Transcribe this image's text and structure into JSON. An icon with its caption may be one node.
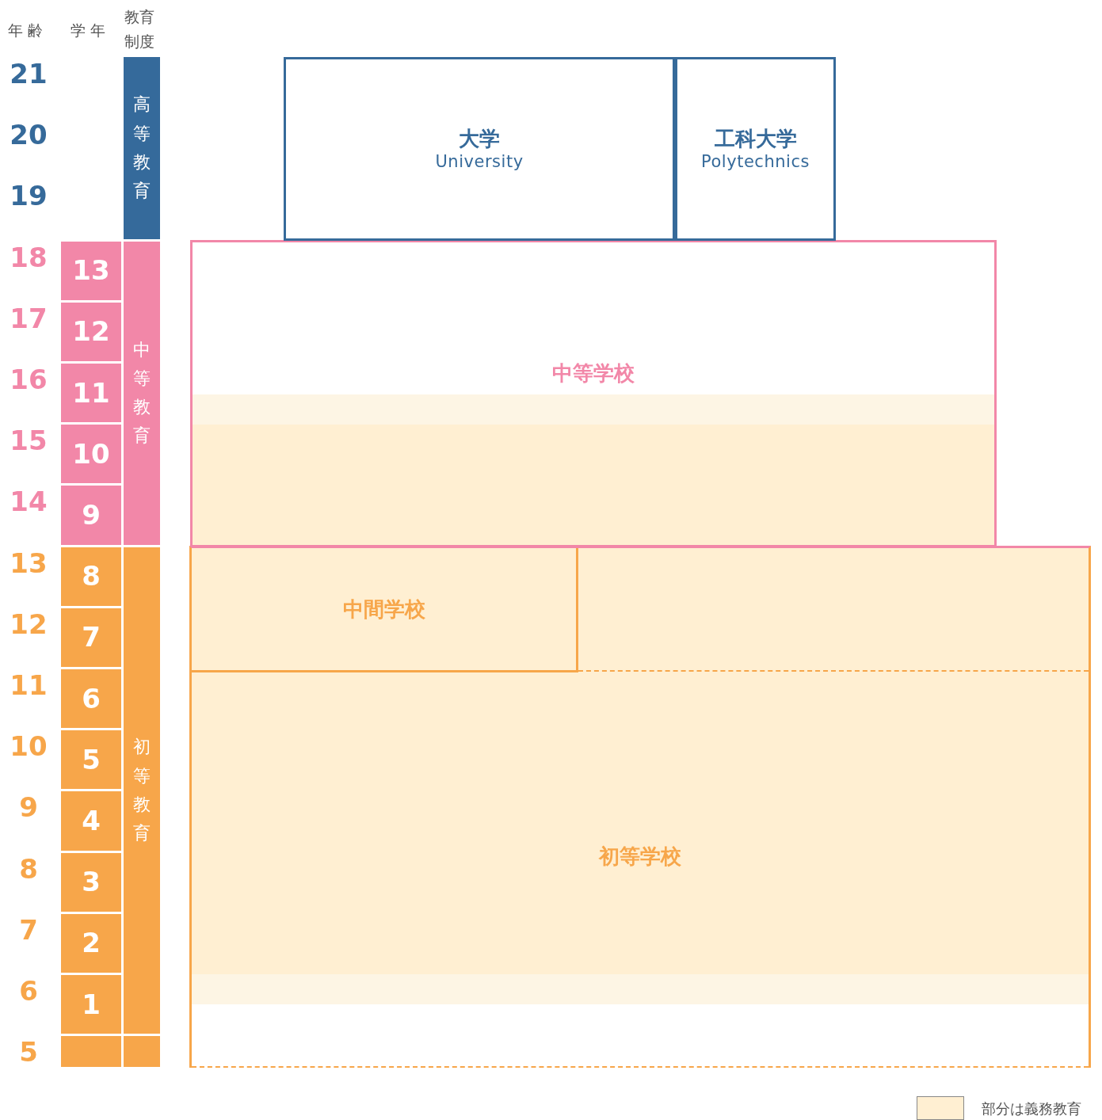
{
  "diagram": {
    "nodes": [
      {
        "text": [
          "大学",
          "University"
        ]
      },
      {
        "text": [
          "工科大学",
          "Polytechnics"
        ]
      },
      {
        "text": [
          "高等教育"
        ]
      },
      {
        "text": [
          "13"
        ]
      },
      {
        "text": [
          "12"
        ]
      },
      {
        "text": [
          "11"
        ]
      },
      {
        "text": [
          "10"
        ]
      },
      {
        "text": [
          "9"
        ]
      },
      {
        "text": [
          "中等教育"
        ]
      },
      {
        "text": [
          "中等学校"
        ]
      },
      {
        "text": [
          "8"
        ]
      },
      {
        "text": [
          "7"
        ]
      },
      {
        "text": [
          "6"
        ]
      },
      {
        "text": [
          "5"
        ]
      },
      {
        "text": [
          "4"
        ]
      },
      {
        "text": [
          "3"
        ]
      },
      {
        "text": [
          "2"
        ]
      },
      {
        "text": [
          "1"
        ]
      },
      {
        "text": [
          "初等教育"
        ]
      },
      {
        "text": [
          "初等学校"
        ]
      },
      {
        "text": [
          "中間学校"
        ],
        "in": 19
      },
      {
        "text": [],
        "shape": "box"
      },
      {
        "text": [],
        "shape": "box"
      }
    ],
    "labels": [
      "年齢",
      "学年",
      "教育制度",
      "21",
      "20",
      "19",
      "18",
      "17",
      "16",
      "15",
      "14",
      "13",
      "12",
      "11",
      "10",
      "9",
      "8",
      "7",
      "6",
      "5"
    ],
    "legend": [
      {
        "text": "部分は義務教育",
        "color": "#ffefd2"
      }
    ]
  }
}
